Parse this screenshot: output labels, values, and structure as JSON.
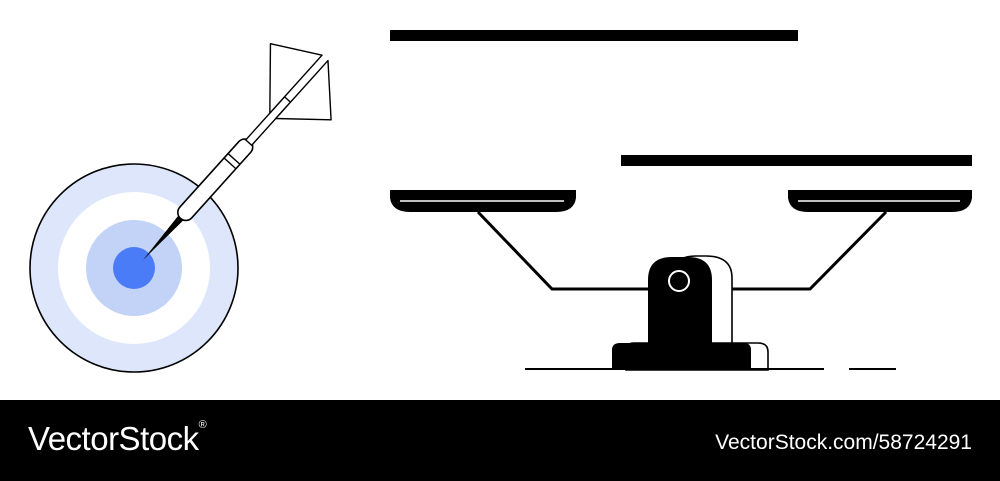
{
  "illustration": {
    "subjects": [
      "dartboard-target",
      "dart",
      "balance-scale"
    ],
    "colors": {
      "ink": "#000000",
      "target_bullseye": "#4a7cf7",
      "target_light_ring": "#dde6fb",
      "target_mid_ring": "#c3d3f8",
      "background": "#ffffff"
    }
  },
  "footer": {
    "brand": "VectorStock",
    "brand_mark": "®",
    "image_id": "VectorStock.com/58724291",
    "background": "#000000",
    "text_color": "#ffffff"
  }
}
